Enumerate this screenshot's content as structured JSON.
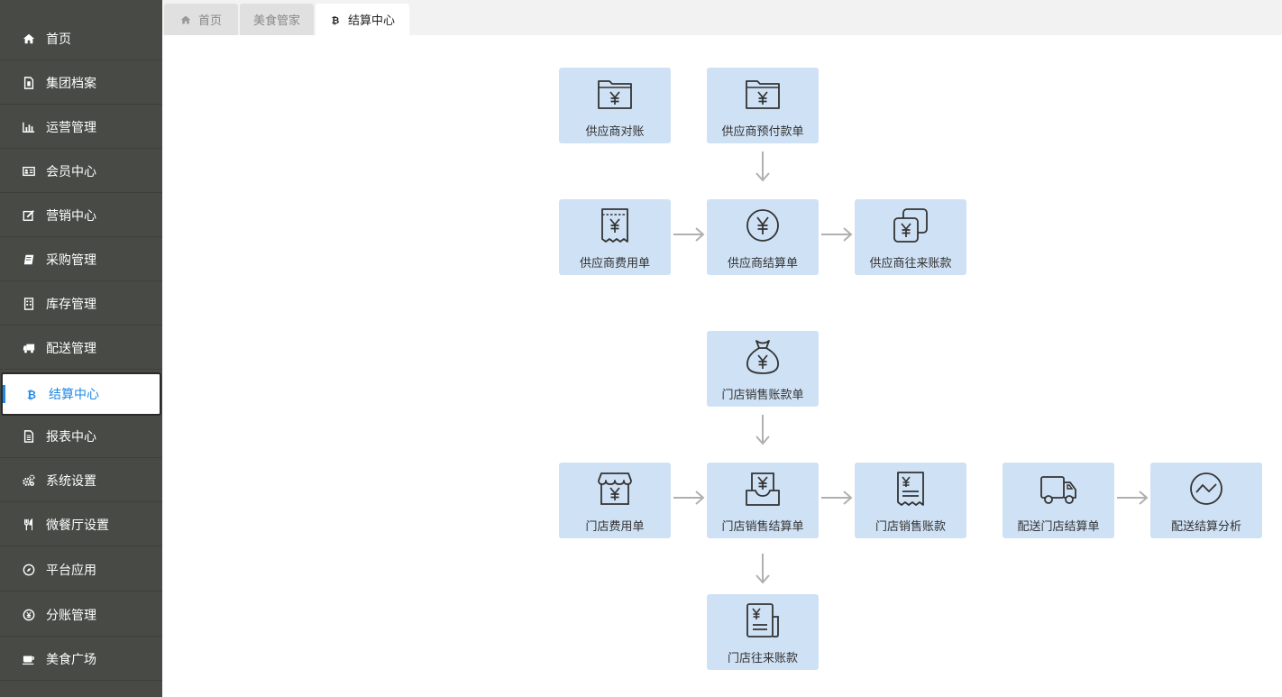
{
  "sidebar": {
    "items": [
      {
        "label": "首页",
        "icon": "home-icon"
      },
      {
        "label": "集团档案",
        "icon": "file-icon"
      },
      {
        "label": "运营管理",
        "icon": "bar-chart-icon"
      },
      {
        "label": "会员中心",
        "icon": "id-card-icon"
      },
      {
        "label": "营销中心",
        "icon": "edit-icon"
      },
      {
        "label": "采购管理",
        "icon": "book-icon"
      },
      {
        "label": "库存管理",
        "icon": "building-icon"
      },
      {
        "label": "配送管理",
        "icon": "truck-icon"
      },
      {
        "label": "结算中心",
        "icon": "bitcoin-icon"
      },
      {
        "label": "报表中心",
        "icon": "document-icon"
      },
      {
        "label": "系统设置",
        "icon": "gears-icon"
      },
      {
        "label": "微餐厅设置",
        "icon": "cutlery-icon"
      },
      {
        "label": "平台应用",
        "icon": "compass-icon"
      },
      {
        "label": "分账管理",
        "icon": "yen-circle-icon"
      },
      {
        "label": "美食广场",
        "icon": "cup-icon"
      }
    ],
    "active_label": "结算中心"
  },
  "tabs": [
    {
      "label": "首页",
      "icon": "home-icon"
    },
    {
      "label": "美食管家"
    },
    {
      "label": "结算中心",
      "icon": "bitcoin-icon"
    }
  ],
  "flow": {
    "cards": {
      "supplier_reconcile": "供应商对账",
      "supplier_prepay": "供应商预付款单",
      "supplier_expense": "供应商费用单",
      "supplier_settlement": "供应商结算单",
      "supplier_current_account": "供应商往来账款",
      "store_sales_account_bill": "门店销售账款单",
      "store_expense": "门店费用单",
      "store_sales_settlement": "门店销售结算单",
      "store_sales_account": "门店销售账款",
      "delivery_store_settlement": "配送门店结算单",
      "delivery_settlement_analysis": "配送结算分析",
      "store_current_account": "门店往来账款"
    }
  },
  "colors": {
    "sidebar_bg": "#474a45",
    "card_bg": "#cfe1f4",
    "accent": "#1e88e5",
    "arrow": "#b0b0b0"
  }
}
